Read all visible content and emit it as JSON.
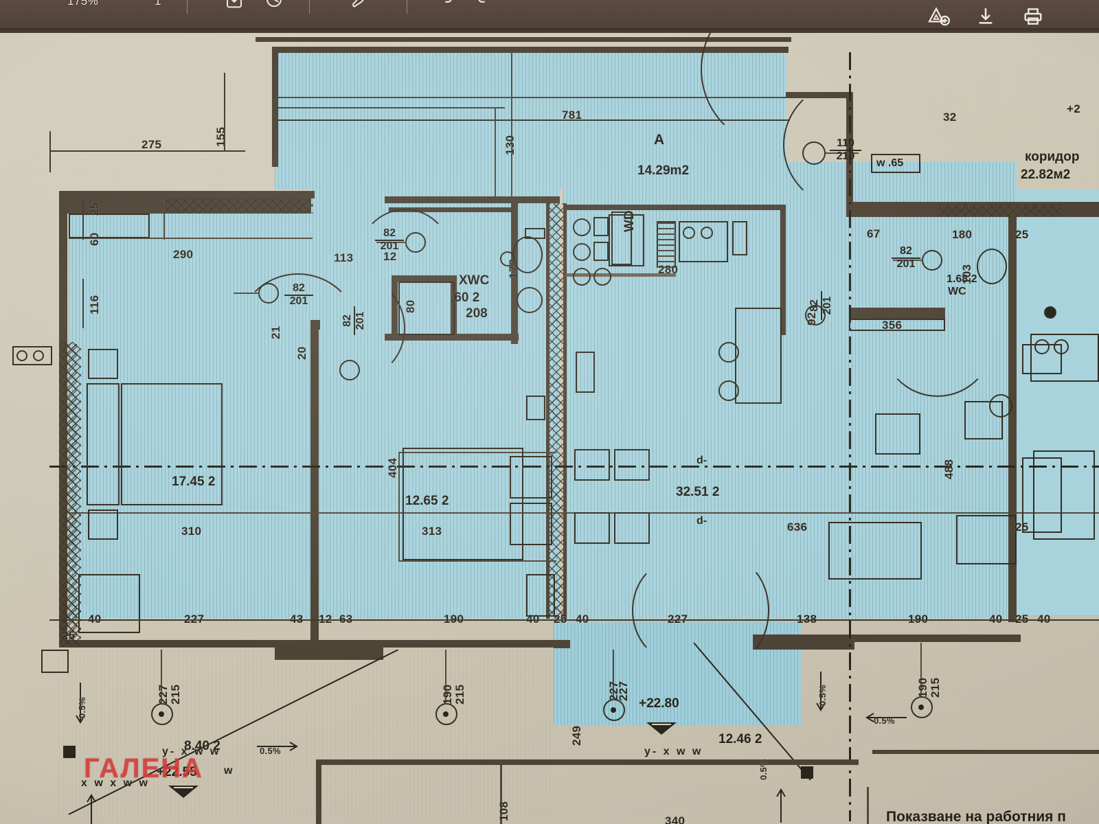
{
  "viewer": {
    "zoom_level": "175%",
    "page_indicator": "1",
    "icons": {
      "fit_page": "fit-page-icon",
      "rotate": "rotate-icon",
      "highlight": "highlight-icon",
      "undo": "undo-icon",
      "redo": "redo-icon",
      "add_comment": "add-comment-icon",
      "download": "download-icon",
      "print": "print-icon"
    }
  },
  "drawing": {
    "title_hint": "architectural-floor-plan",
    "watermark": "ГАЛЕНА",
    "status_text": "Показване на работния п",
    "rooms": [
      {
        "id": "bedroom",
        "name": "",
        "area": "17.45 2"
      },
      {
        "id": "living-kitchen",
        "name": "",
        "area": "32.51 2"
      },
      {
        "id": "room-middle",
        "name": "",
        "area": "12.65 2"
      },
      {
        "id": "entrance",
        "name": "A",
        "area": "14.29m2"
      },
      {
        "id": "bathroom",
        "name": "XWC",
        "area": ".60 2",
        "sub": "208"
      },
      {
        "id": "wc-right",
        "name": "WC",
        "area": "1.68 2"
      },
      {
        "id": "terrace-left",
        "name": "",
        "area": "8.40 2"
      },
      {
        "id": "terrace-right",
        "name": "",
        "area": "12.46 2"
      },
      {
        "id": "corridor",
        "name": "коридор",
        "area": "22.82м2"
      }
    ],
    "labels": {
      "kitchen_wd": "WD",
      "window_tag": "w .65",
      "level_left": "+22.55",
      "level_right": "+22.80",
      "slope_a": "0.5%",
      "slope_b": "0.5%",
      "slope_c": "0.5%",
      "slope_d": "0.5%",
      "hatch_note_left": "y- x w  w",
      "hatch_note_left2": "x w x w  w",
      "hatch_note_left3": "w",
      "hatch_note_bottom": "y-  x  w   w",
      "door_mark_a": "d-",
      "door_mark_b": "d-"
    },
    "door_tags": [
      {
        "w": "110",
        "h": "210"
      },
      {
        "w": "82",
        "h": "201"
      },
      {
        "w": "82",
        "h": "201"
      },
      {
        "w": "82",
        "h": "201"
      },
      {
        "w": "82",
        "h": "201"
      },
      {
        "w": "82",
        "h": "201"
      }
    ],
    "dimensions_top": [
      "275",
      "155",
      "781",
      "130",
      "32",
      "+2"
    ],
    "dimensions_left": [
      "25",
      "60",
      "116"
    ],
    "dimensions_bottom": [
      "25",
      "40",
      "227",
      "43",
      "12",
      "63",
      "190",
      "40",
      "25",
      "40",
      "227",
      "138",
      "190",
      "40",
      "25",
      "40"
    ],
    "dimensions_inner": [
      "290",
      "113",
      "12",
      "173",
      "80",
      "21",
      "20",
      "404",
      "313",
      "280",
      "310",
      "636",
      "67",
      "180",
      "103",
      "356",
      "25",
      "25",
      "488",
      "108",
      "340",
      "249",
      "215",
      "215",
      "215",
      "227",
      "227",
      "227",
      "190",
      "190",
      "92"
    ]
  }
}
